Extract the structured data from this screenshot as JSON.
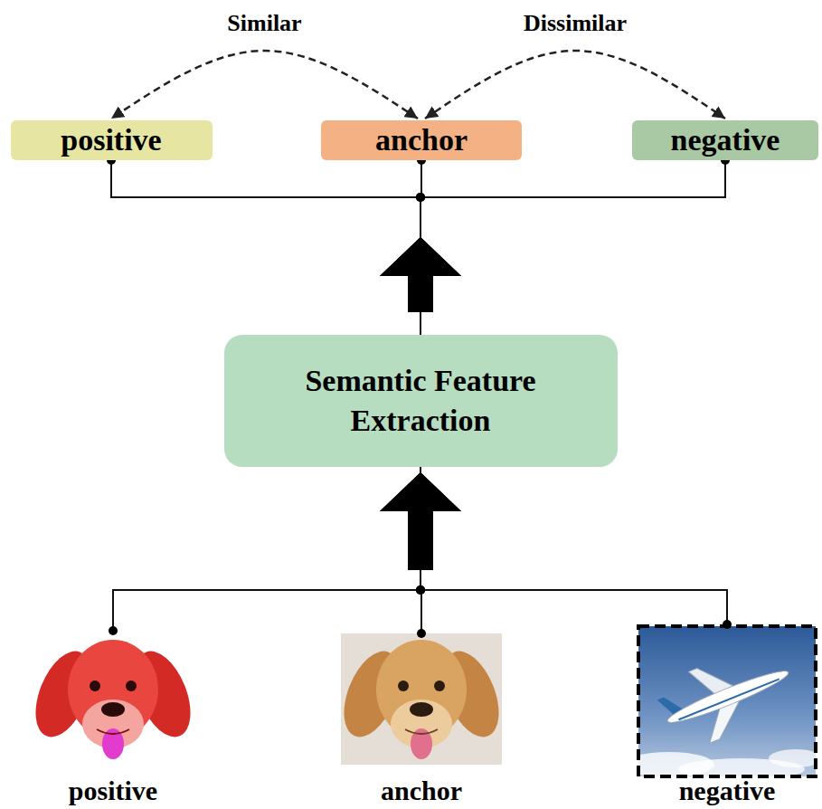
{
  "diagram": {
    "nodes": [
      {
        "text": [
          "positive"
        ]
      },
      {
        "text": [
          "anchor"
        ]
      },
      {
        "text": [
          "negative"
        ]
      },
      {
        "text": [
          "Semantic Feature Extraction"
        ]
      },
      {
        "text": [
          "positive"
        ]
      },
      {
        "text": [
          "anchor"
        ]
      },
      {
        "text": [
          "negative"
        ]
      }
    ],
    "edges": [
      {
        "from": 1,
        "to": 0,
        "arrow": "both",
        "label": "Similar"
      },
      {
        "from": 1,
        "to": 2,
        "arrow": "both",
        "label": "Dissimilar"
      },
      {
        "from": 4,
        "to": 3,
        "arrow": "to"
      },
      {
        "from": 5,
        "to": 3,
        "arrow": "to"
      },
      {
        "from": 6,
        "to": 3,
        "arrow": "to"
      },
      {
        "from": 3,
        "to": 0,
        "arrow": "to"
      },
      {
        "from": 3,
        "to": 1,
        "arrow": "to"
      },
      {
        "from": 3,
        "to": 2,
        "arrow": "to"
      }
    ]
  }
}
